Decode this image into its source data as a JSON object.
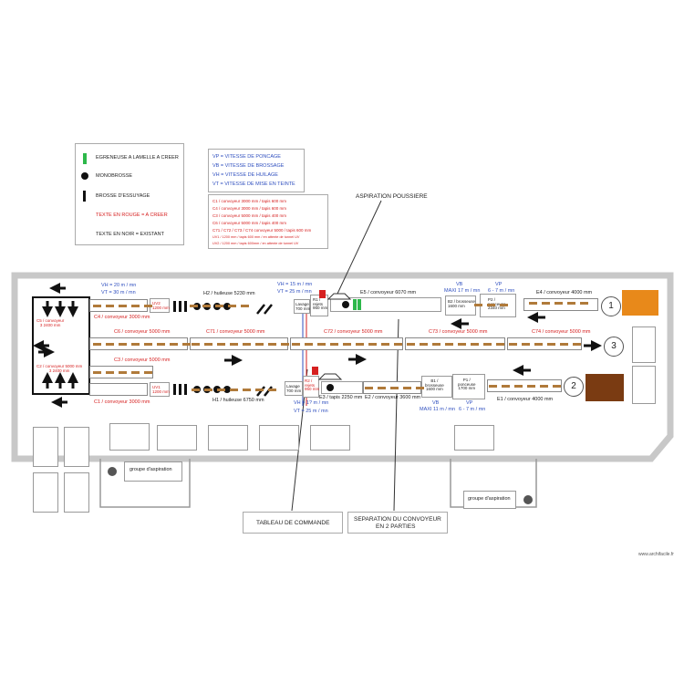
{
  "legend": {
    "green_label": "EGRENEUSE A LAMELLE A CREER",
    "mono_label": "MONOBROSSE",
    "brush_label": "BROSSE D'ESSUYAGE",
    "red_text_label": "TEXTE EN ROUGE = A CREER",
    "black_text_label": "TEXTE EN NOIR = EXISTANT"
  },
  "speeds_legend": {
    "vp": "VP = VITESSE DE PONCAGE",
    "vb": "VB = VITESSE DE BROSSAGE",
    "vh": "VH = VITESSE DE HUILAGE",
    "vt": "VT = VITESSE DE MISE EN TEINTE"
  },
  "conveyors_legend": {
    "c1": "C1 / convoyeur 3000 mm / tapis 600 mm",
    "c4": "C4 / convoyeur 3000 mm / tapis 600 mm",
    "c3": "C3 / convoyeur 5000 mm / tapis 400 mm",
    "c6": "C6 / convoyeur 5000 mm / tapis 400 mm",
    "c7x": "C71 / C72 / C73 / C74 convoyeur 5000 / tapis 600 mm",
    "uv1": "UV1 / 1200 mm / tapis 600 mm / en attente de tunnel UV",
    "uv2": "UV2 / 1200 mm / tapis 600mm / en attente de tunnel UV"
  },
  "callouts": {
    "aspiration": "ASPIRATION POUSSIERE",
    "tableau": "TABLEAU DE COMMANDE",
    "separation_line1": "SEPARATION DU CONVOYEUR",
    "separation_line2": "EN 2 PARTIES"
  },
  "top_row": {
    "vh_left": "VH = 20 m / mn",
    "vt_left": "VT = 30 m / mn",
    "c4_label": "C4 / convoyeur 3000 mm",
    "uv2": "UV2\n1200 mm",
    "h2": "H2 / huileuse 5230 mm",
    "vh_mid": "VH = 15 m / mn",
    "vt_mid": "VT = 25 m / mn",
    "lavage_top": "Lavage\n700 mm",
    "r1": "R1 /\nrejets\n950 mm",
    "e5": "E5 / convoyeur 6070 mm",
    "vb_top": "VB",
    "vb_top_speed": "MAXI 17 m / mn",
    "vp_top": "VP",
    "vp_top_speed": "6 - 7 m / mn",
    "b2": "B2 / brosseuse\n1600 mm",
    "p2": "P2 /\nponceuse\n2340 mm",
    "e4": "E4 / convoyeur 4000 mm",
    "num1": "1"
  },
  "middle_row": {
    "c5": "C5 / convoyeur\n3 2400 mm",
    "c6": "C6 / convoyeur 5000 mm",
    "c71": "C71 / convoyeur 5000 mm",
    "c72": "C72 / convoyeur 5000 mm",
    "c73": "C73 / convoyeur 5000 mm",
    "c74": "C74 / convoyeur 5000 mm",
    "num3": "3"
  },
  "bottom_row": {
    "c2": "C2 / convoyeur 5000 mm\n3 2400 mm",
    "c3": "C3 / convoyeur 5000 mm",
    "c1": "C1 / convoyeur 3000 mm",
    "uv1": "UV1\n1200 mm",
    "h1": "H1 / huileuse 6750 mm",
    "lavage_bot": "Lavage\n700 mm",
    "r2": "R2 /\nrejets\n950 mm",
    "e3": "E3 / tapis 2250 mm",
    "vh_bot": "VH = 1? m / mn",
    "vt_bot": "VT = 25 m / mn",
    "e2": "E2 / convoyeur 3600 mm",
    "b1": "B1 /\nbrosseuse\n1600 mm",
    "p1": "P1 /\nponceuse\n1700 mm",
    "vb_bot": "VB",
    "vb_bot_speed": "MAXI 11 m / mn",
    "vp_bot": "VP",
    "vp_bot_speed": "6 - 7 m / mn",
    "e1": "E1 / convoyeur 4000 mm",
    "num2": "2"
  },
  "aspiration_groups": {
    "left": "groupe d'aspiration",
    "right": "groupe d'aspiration"
  },
  "watermark": "www.archifacile.fr",
  "colors": {
    "wall": "#c8c8c8",
    "wood": "#b07a3a",
    "orange_block": "#e8891a",
    "brown_block": "#7a3b12",
    "green": "#2db84a",
    "red_bar": "#d62020",
    "blue_line": "#2f4fbf"
  }
}
